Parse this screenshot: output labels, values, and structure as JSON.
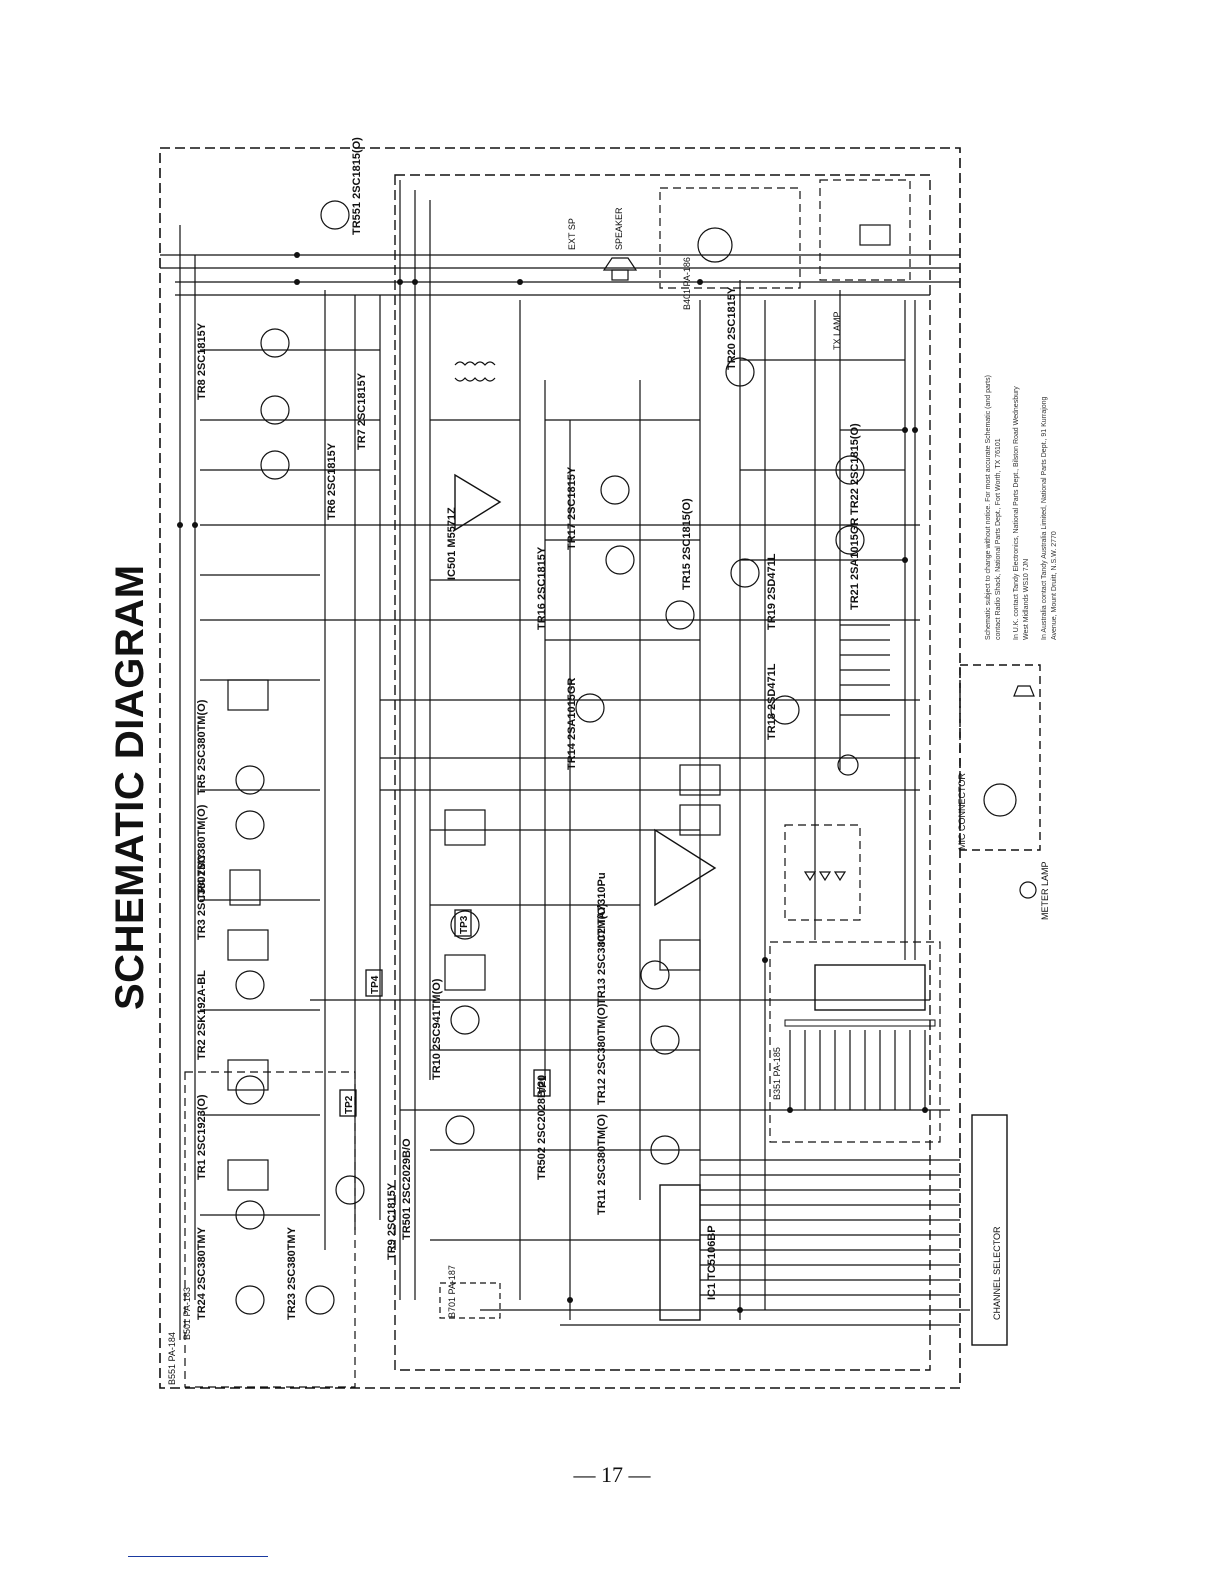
{
  "title": "SCHEMATIC DIAGRAM",
  "page_number": "— 17 —",
  "boards": [
    "B551 PA-184",
    "B501 PA-183",
    "B401 PA-186",
    "B351 PA-185",
    "B701 PA-187"
  ],
  "transistors": [
    {
      "ref": "TR1",
      "part": "2SC1923(O)"
    },
    {
      "ref": "TR2",
      "part": "2SK192A-BL"
    },
    {
      "ref": "TR3",
      "part": "2SC380TMY"
    },
    {
      "ref": "TR4",
      "part": "2SC380TM(O)"
    },
    {
      "ref": "TR5",
      "part": "2SC380TM(O)"
    },
    {
      "ref": "TR6",
      "part": "2SC1815Y"
    },
    {
      "ref": "TR7",
      "part": "2SC1815Y"
    },
    {
      "ref": "TR8",
      "part": "2SC1815Y"
    },
    {
      "ref": "TR9",
      "part": "2SC1815Y"
    },
    {
      "ref": "TR10",
      "part": "2SC941TM(O)"
    },
    {
      "ref": "TR11",
      "part": "2SC380TM(O)"
    },
    {
      "ref": "TR12",
      "part": "2SC380TM(O)"
    },
    {
      "ref": "TR13",
      "part": "2SC380TM(O)"
    },
    {
      "ref": "TR14",
      "part": "2SA1015GR"
    },
    {
      "ref": "TR15",
      "part": "2SC1815(O)"
    },
    {
      "ref": "TR16",
      "part": "2SC1815Y"
    },
    {
      "ref": "TR17",
      "part": "2SC1815Y"
    },
    {
      "ref": "TR18",
      "part": "2SD471L"
    },
    {
      "ref": "TR19",
      "part": "2SD471L"
    },
    {
      "ref": "TR20",
      "part": "2SC1815Y"
    },
    {
      "ref": "TR21",
      "part": "2SA1015GR"
    },
    {
      "ref": "TR22",
      "part": "2SC1815(O)"
    },
    {
      "ref": "TR23",
      "part": "2SC380TMY"
    },
    {
      "ref": "TR24",
      "part": "2SC380TMY"
    },
    {
      "ref": "TR501",
      "part": "2SC2029B/O"
    },
    {
      "ref": "TR502",
      "part": "2SC2028B/20"
    },
    {
      "ref": "TR551",
      "part": "2SC1815(O)"
    }
  ],
  "ics": [
    {
      "ref": "IC501",
      "part": "M5571Z"
    },
    {
      "ref": "IC2",
      "part": "TA7310Pu"
    },
    {
      "ref": "IC1",
      "part": "TC5106BP"
    }
  ],
  "test_points": [
    "TP1",
    "TP2",
    "TP3",
    "TP4"
  ],
  "misc_labels": {
    "channel_selector": "CHANNEL SELECTOR",
    "speaker": "SPEAKER",
    "ext_sp": "EXT SP",
    "meter_lamp": "METER LAMP",
    "tx_lamp": "TX LAMP",
    "mic_connector": "MIC CONNECTOR"
  },
  "footnote_lines": [
    "Schematic subject to change without notice. For most accurate Schematic (and parts)",
    "contact Radio Shack, National Parts Dept., Fort Worth, TX 76101",
    "In U.K. contact Tandy Electronics, National Parts Dept., Bilston Road Wednesbury",
    "West Midlands WS10 7JN",
    "In Australia contact Tandy Australia Limited, National Parts Dept., 91 Kurrajong",
    "Avenue, Mount Druitt, N.S.W. 2770"
  ]
}
